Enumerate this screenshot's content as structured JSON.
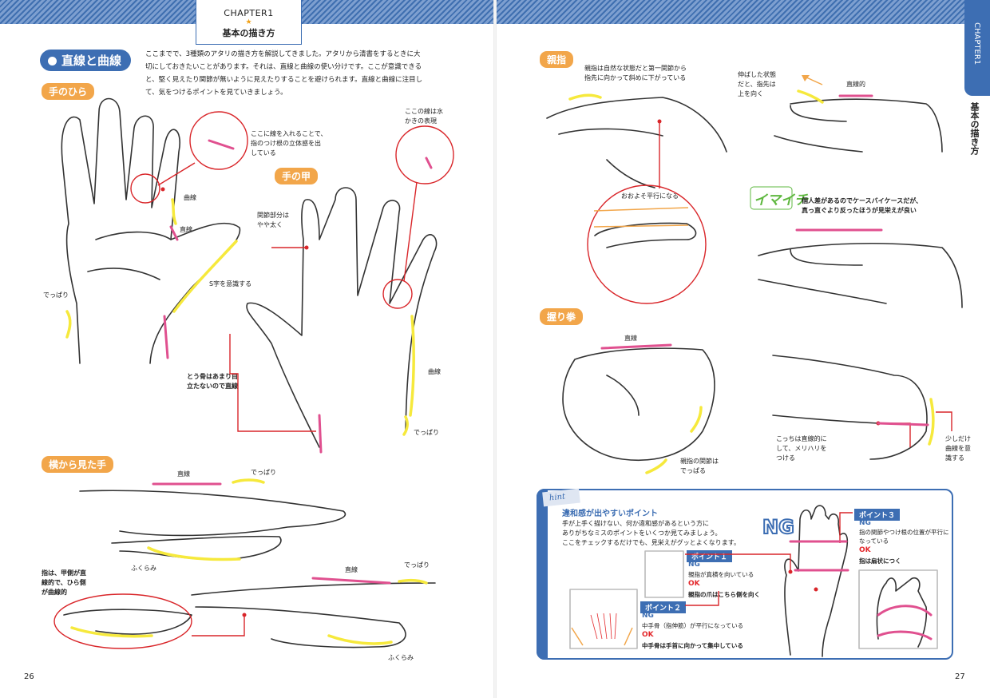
{
  "header": {
    "chapter": "CHAPTER1",
    "star": "★",
    "section": "基本の描き方",
    "side_tab": "CHAPTER1",
    "side_title": "基本の描き方"
  },
  "left": {
    "heading": "直線と曲線",
    "intro": [
      "ここまでで、3種類のアタリの描き方を解説してきました。アタリから清書をするときに大",
      "切にしておきたいことがあります。それは、直線と曲線の使い分けです。ここが意識できる",
      "と、堅く見えたり関節が無いように見えたりすることを避けられます。直線と曲線に注目し",
      "て、気をつけるポイントを見ていきましょう。"
    ],
    "tags": {
      "palm": "手のひら",
      "back": "手の甲",
      "side": "横から見た手"
    },
    "notes": {
      "palm_circle": [
        "ここに線を入れることで、",
        "指のつけ根の立体感を出",
        "している"
      ],
      "curve1": "曲線",
      "straight1": "直線",
      "s_curve": "S字を意識する",
      "deppari1": "でっぱり",
      "ulna": [
        "とう骨はあまり目",
        "立たないので直線"
      ],
      "web": [
        "ここの線は水",
        "かきの表現"
      ],
      "joint": [
        "関節部分は",
        "やや太く"
      ],
      "curve2": "曲線",
      "deppari2": "でっぱり",
      "side_straight1": "直線",
      "side_deppari1": "でっぱり",
      "fukurami1": "ふくらみ",
      "finger_note": [
        "指は、甲側が直",
        "線的で、ひら側",
        "が曲線的"
      ],
      "side_straight2": "直線",
      "side_deppari2": "でっぱり",
      "fukurami2": "ふくらみ"
    },
    "page_number": "26"
  },
  "right": {
    "tags": {
      "thumb": "親指",
      "fist": "握り拳"
    },
    "notes": {
      "thumb_natural": [
        "親指は自然な状態だと第一関節から",
        "指先に向かって斜めに下がっている"
      ],
      "thumb_extended": [
        "伸ばした状態",
        "だと、指先は",
        "上を向く"
      ],
      "straight_ish": "直線的",
      "parallel": "おおよそ平行になる",
      "imaichi": "イマイチ",
      "imaichi_note": [
        "個人差があるのでケースバイケースだが、",
        "真っ直ぐより反ったほうが見栄えが良い"
      ],
      "fist_straight": "直線",
      "thumb_joint": [
        "親指の関節は",
        "でっぱる"
      ],
      "contrast": [
        "こっちは直線的に",
        "して、メリハリを",
        "つける"
      ],
      "slight_curve": [
        "少しだけ",
        "曲線を意",
        "識する"
      ]
    },
    "hint": {
      "label": "hint",
      "title": "違和感が出やすいポイント",
      "text": [
        "手が上手く描けない、何か違和感があるという方に",
        "ありがちなミスのポイントをいくつか見てみましょう。",
        "ここをチェックするだけでも、見栄えがグッとよくなります。"
      ],
      "ng_big": "NG",
      "points": [
        {
          "label": "ポイント１",
          "ng": "NG",
          "ng_text": "親指が真横を向いている",
          "ok": "OK",
          "ok_text": "親指の爪はこちら側を向く"
        },
        {
          "label": "ポイント２",
          "ng": "NG",
          "ng_text": "中手骨（指伸筋）が平行になっている",
          "ok": "OK",
          "ok_text": "中手骨は手首に向かって集中している"
        },
        {
          "label": "ポイント３",
          "ng": "NG",
          "ng_text": [
            "指の関節やつけ根の位置が平行に",
            "なっている"
          ],
          "ok": "OK",
          "ok_text": "指は扇状につく"
        }
      ]
    },
    "page_number": "27"
  },
  "colors": {
    "accent_blue": "#3d6eb3",
    "tag_orange": "#f2a64a",
    "marker_pink": "#e0508f",
    "marker_yellow": "#f6e93c",
    "callout_red": "#d9262a",
    "ok_red": "#e3262a",
    "imaichi_green": "#5fb840"
  }
}
